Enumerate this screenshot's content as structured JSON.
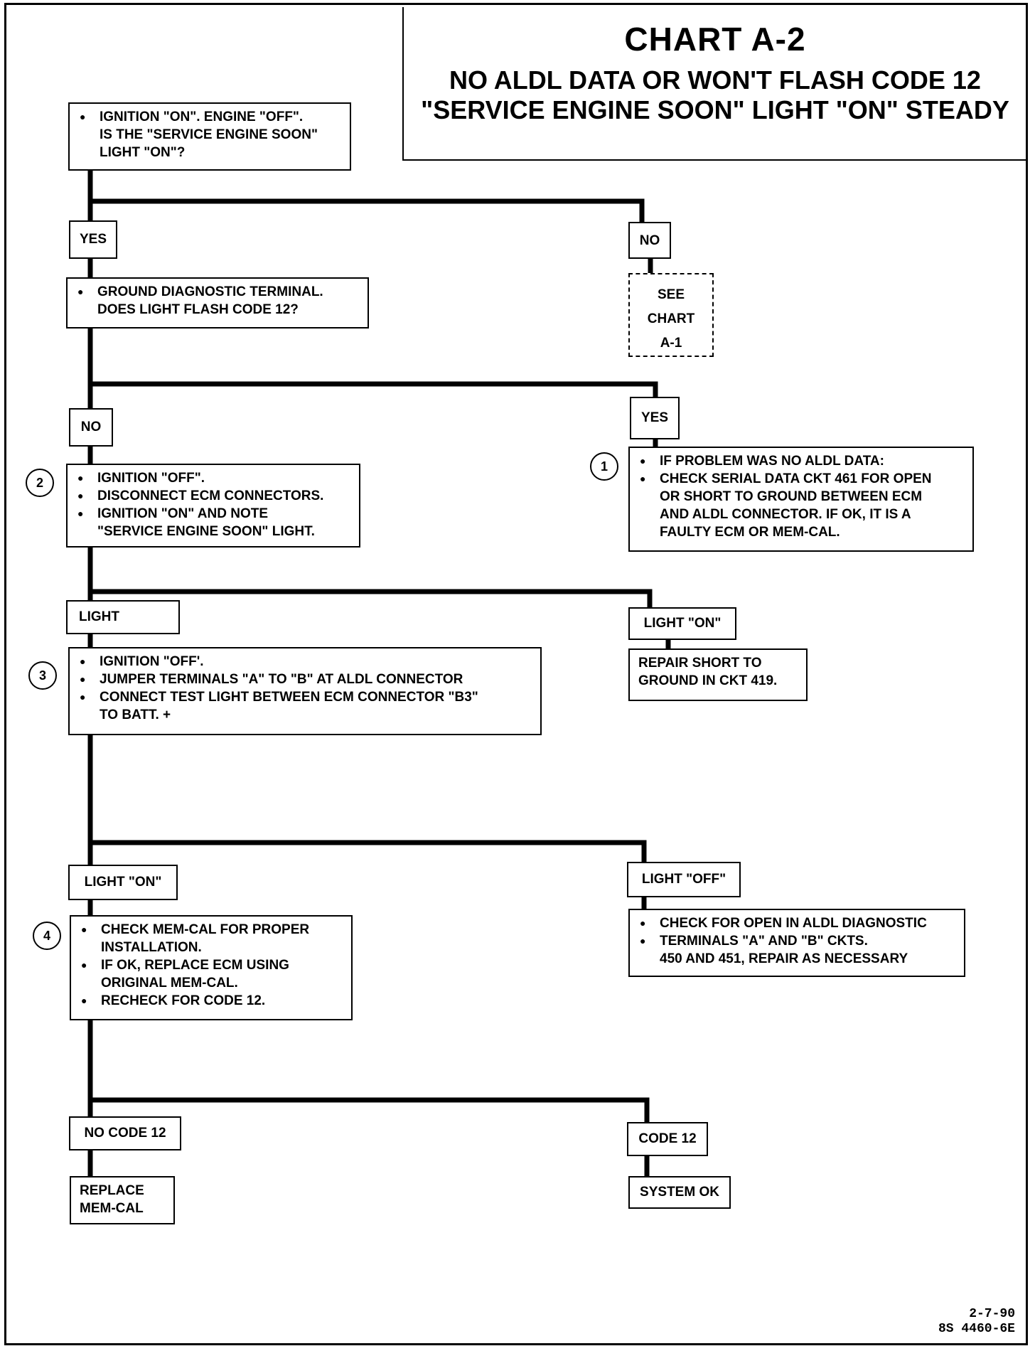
{
  "header": {
    "title": "CHART A-2",
    "subtitle_line1": "NO ALDL DATA OR WON'T FLASH CODE 12",
    "subtitle_line2": "\"SERVICE ENGINE SOON\" LIGHT \"ON\" STEADY"
  },
  "nodes": {
    "start": [
      "IGNITION \"ON\".  ENGINE \"OFF\".",
      "IS THE \"SERVICE ENGINE SOON\"",
      "LIGHT \"ON\"?"
    ],
    "yes_1": "YES",
    "no_1": "NO",
    "see_chart": [
      "SEE",
      "CHART",
      "A-1"
    ],
    "ground_diag": [
      "GROUND DIAGNOSTIC TERMINAL.",
      "DOES LIGHT FLASH CODE 12?"
    ],
    "no_2": "NO",
    "yes_2": "YES",
    "step2": [
      "IGNITION \"OFF\".",
      "DISCONNECT ECM CONNECTORS.",
      "IGNITION \"ON\" AND NOTE",
      "\"SERVICE ENGINE SOON\" LIGHT."
    ],
    "step1": [
      "IF PROBLEM WAS NO ALDL DATA:",
      "CHECK SERIAL DATA CKT 461 FOR OPEN",
      "OR SHORT TO GROUND BETWEEN ECM",
      "AND ALDL CONNECTOR.  IF OK, IT IS A",
      "FAULTY ECM OR MEM-CAL."
    ],
    "light": "LIGHT",
    "light_on_1": "LIGHT \"ON\"",
    "repair_short": [
      "REPAIR SHORT TO",
      "GROUND IN CKT 419."
    ],
    "step3": [
      "IGNITION \"OFF'.",
      "JUMPER TERMINALS \"A\" TO \"B\" AT ALDL CONNECTOR",
      "CONNECT TEST LIGHT BETWEEN ECM CONNECTOR \"B3\"",
      "TO BATT. +"
    ],
    "light_on_2": "LIGHT \"ON\"",
    "light_off": "LIGHT \"OFF\"",
    "step4": [
      "CHECK MEM-CAL FOR PROPER",
      "INSTALLATION.",
      "IF OK, REPLACE ECM USING",
      "ORIGINAL MEM-CAL.",
      "RECHECK FOR CODE 12."
    ],
    "check_open": [
      "CHECK FOR OPEN IN ALDL DIAGNOSTIC",
      "TERMINALS  \"A\" AND \"B\" CKTS.",
      "450 AND 451, REPAIR AS NECESSARY"
    ],
    "no_code_12": "NO CODE 12",
    "code_12": "CODE 12",
    "replace_memcal": [
      "REPLACE",
      "MEM-CAL"
    ],
    "system_ok": "SYSTEM OK"
  },
  "step_numbers": {
    "s1": "1",
    "s2": "2",
    "s3": "3",
    "s4": "4"
  },
  "footer": {
    "date": "2-7-90",
    "doc_id": "8S 4460-6E"
  }
}
